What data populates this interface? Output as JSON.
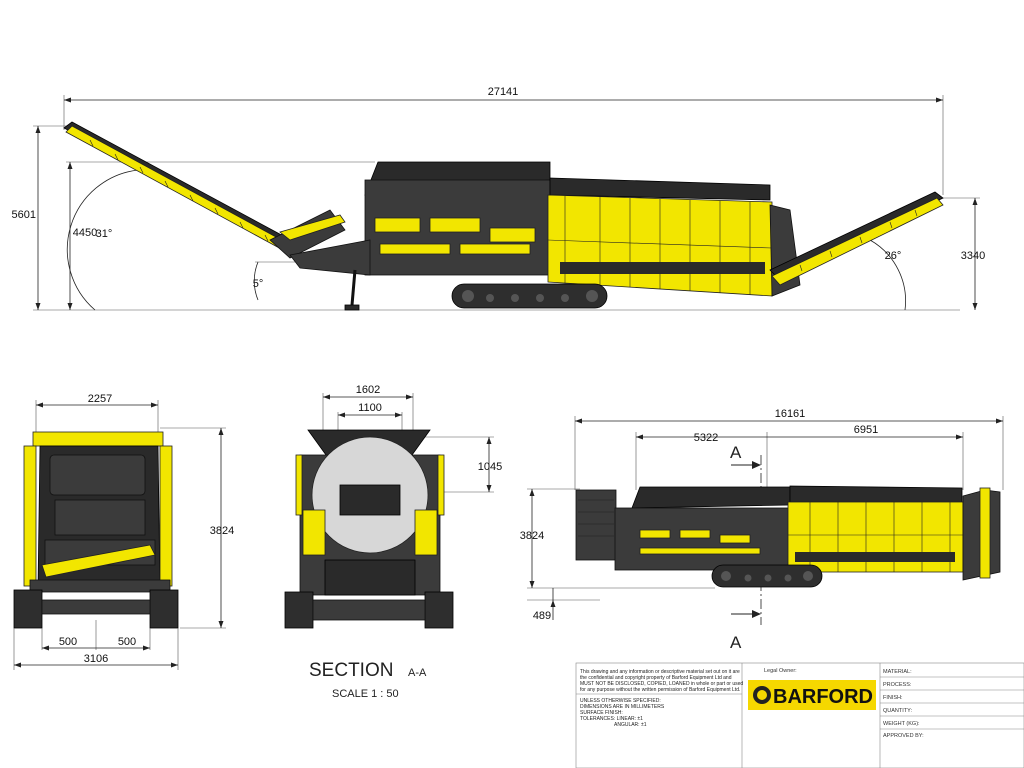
{
  "views": {
    "side": {
      "overall_length": "27141",
      "height_left": "5601",
      "height_conveyor": "4450",
      "angle_main_conveyor": "31°",
      "angle_feed": "5°",
      "angle_right_conveyor": "26°",
      "height_right": "3340"
    },
    "rear": {
      "top_width": "2257",
      "height": "3824",
      "track_gap_left": "500",
      "track_gap_right": "500",
      "overall_width": "3106"
    },
    "section": {
      "width_outer": "1602",
      "width_inner": "1100",
      "depth": "1045",
      "title": "SECTION",
      "suffix": "A-A",
      "scale": "SCALE  1 : 50"
    },
    "transport": {
      "overall_length": "16161",
      "left_length": "5322",
      "right_length": "6951",
      "height": "3824",
      "ground_clearance": "489",
      "section_marker_top": "A",
      "section_marker_bottom": "A"
    }
  },
  "title_block": {
    "notice": [
      "This drawing and any information or descriptive material set out on it are",
      "the confidential and copyright property of Barford Equipment Ltd and",
      "MUST NOT BE DISCLOSED, COPIED, LOANED in whole or part or used",
      "for any purpose without the written permission of Barford Equipment Ltd."
    ],
    "unless_specified": "UNLESS OTHERWISE SPECIFIED:",
    "dims_mm": "DIMENSIONS ARE IN MILLIMETERS",
    "surface_finish": "SURFACE FINISH:",
    "tolerances_linear": "TOLERANCES:  LINEAR:   ±1",
    "tolerances_angular": "ANGULAR:  ±1",
    "legal_owner": "Legal Owner:",
    "brand": "BARFORD",
    "fields": [
      "MATERIAL:",
      "PROCESS:",
      "FINISH:",
      "QUANTITY:",
      "WEIGHT (KG):",
      "APPROVED BY:"
    ]
  },
  "colors": {
    "machine_yellow": "#f2e600",
    "machine_dark": "#3b3b3b",
    "brand_yellow": "#f5d800"
  }
}
